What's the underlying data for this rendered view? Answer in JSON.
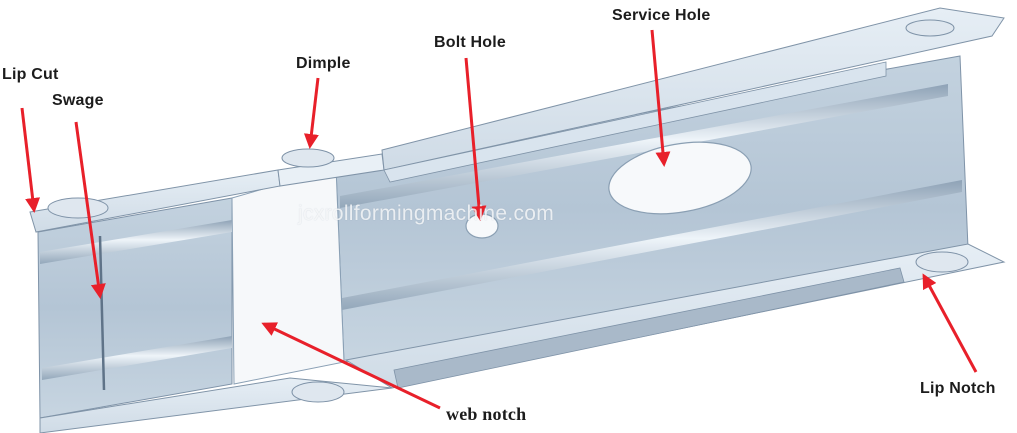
{
  "labels": {
    "lip_cut": "Lip Cut",
    "swage": "Swage",
    "dimple": "Dimple",
    "bolt_hole": "Bolt Hole",
    "service_hole": "Service Hole",
    "web_notch": "web notch",
    "lip_notch": "Lip Notch"
  },
  "watermark": "jcxrollformingmachine.com",
  "colors": {
    "arrow": "#e8202a",
    "steel_light": "#d6e2ed",
    "steel_mid": "#b8c8d8",
    "steel_dark": "#7f93a8"
  }
}
